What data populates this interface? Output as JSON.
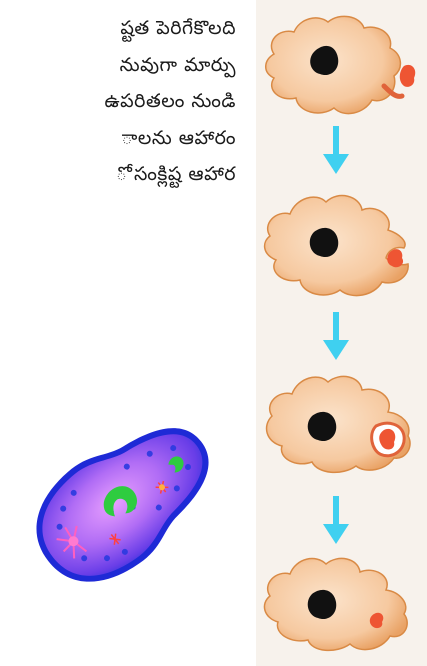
{
  "paragraph": {
    "lines": [
      "ష్టత పెరిగేకొలది",
      "నువుగా మార్పు",
      "ఉపరితలం నుండి",
      "ాలను ఆహారం",
      "ో సంక్లిష్ట ఆహార"
    ]
  },
  "colors": {
    "strip_background": "#f7f2ec",
    "amoeba_body": "#f6c9a0",
    "amoeba_edge": "#d98a45",
    "nucleus": "#111111",
    "food_particle": "#ee5533",
    "arrow": "#3fd0f0",
    "paramecium_body": "#7a4cf0",
    "paramecium_edge": "#1e2ad6",
    "paramecium_inner": "#c47df5",
    "vacuole_green": "#2ecc40",
    "contractile_vacuole": "#ff5fc0"
  },
  "icons": {
    "amoeba": "amoeba-cell-icon",
    "arrow": "arrow-down-icon",
    "paramecium": "paramecium-cell-icon"
  }
}
